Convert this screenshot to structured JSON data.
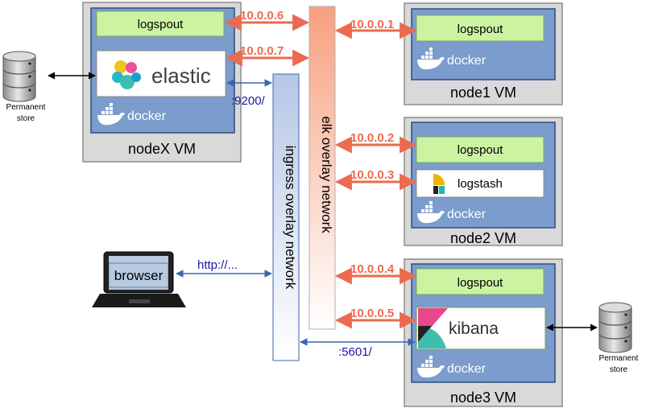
{
  "vms": {
    "nodex": "nodeX VM",
    "node1": "node1 VM",
    "node2": "node2 VM",
    "node3": "node3 VM"
  },
  "services": {
    "logspout": "logspout",
    "elastic": "elastic",
    "logstash": "logstash",
    "kibana": "kibana",
    "docker": "docker",
    "browser": "browser"
  },
  "networks": {
    "elk": "elk overlay network",
    "ingress": "ingress overlay network"
  },
  "ips": {
    "nodex_logspout": "10.0.0.6",
    "nodex_elastic": "10.0.0.7",
    "node1_logspout": "10.0.0.1",
    "node2_logspout": "10.0.0.2",
    "node2_logstash": "10.0.0.3",
    "node3_logspout": "10.0.0.4",
    "node3_kibana": "10.0.0.5"
  },
  "ports": {
    "elastic": ":9200/",
    "kibana": ":5601/",
    "browser": "http://..."
  },
  "storage": {
    "line1": "Permanent",
    "line2": "store"
  },
  "colors": {
    "vm_outer": "#d9d9d9",
    "docker_host": "#7b9ccc",
    "service_green": "#ccf3a2",
    "arrow_red": "#ea6b4f",
    "arrow_blue": "#3b66b0",
    "port_text": "#1a1aa6"
  }
}
